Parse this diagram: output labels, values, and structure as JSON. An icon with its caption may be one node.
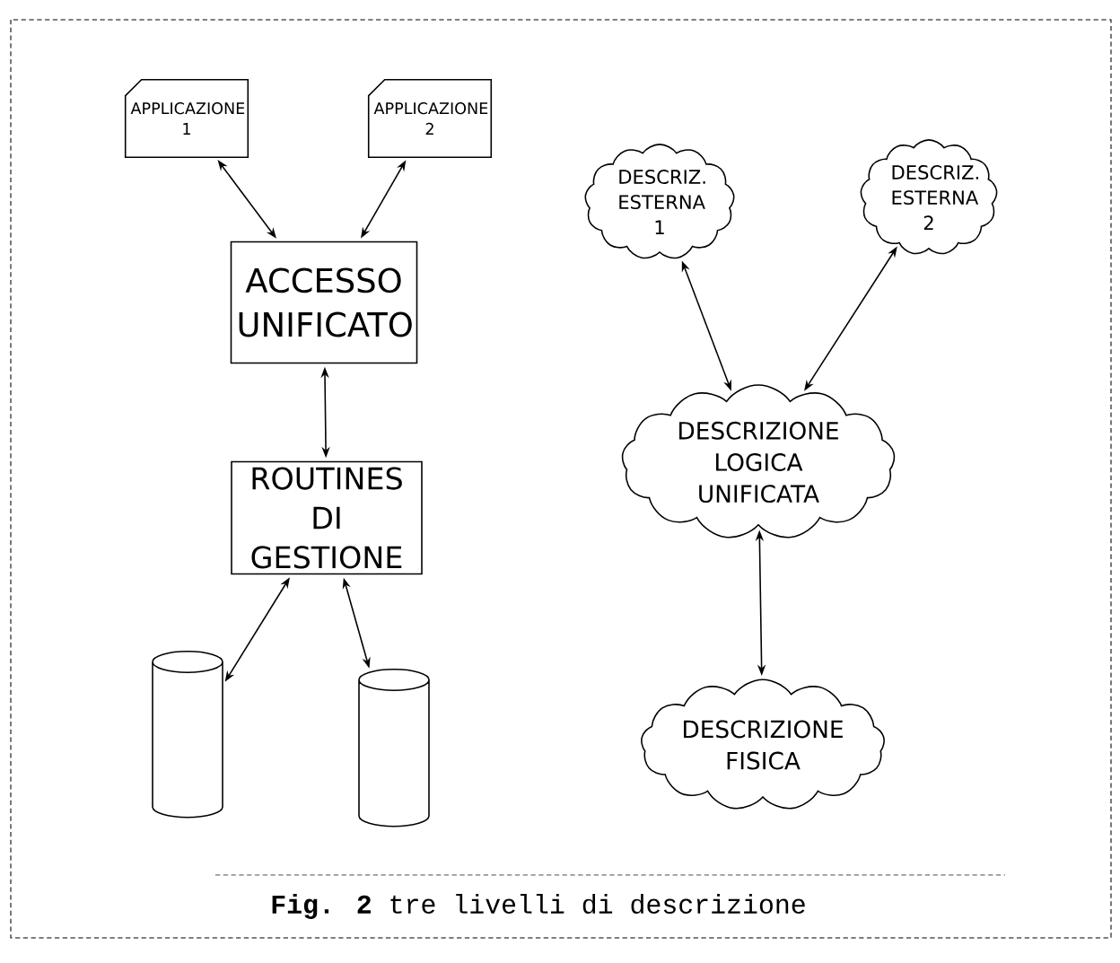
{
  "diagram": {
    "caption": "**Fig. 2** tre livelli di descrizione",
    "nodes": [
      {
        "text": [
          "APPLICAZIONE 1"
        ]
      },
      {
        "text": [
          "APPLICAZIONE 2"
        ]
      },
      {
        "text": [
          "ACCESSO UNIFICATO"
        ]
      },
      {
        "text": [
          "ROUTINES DI GESTIONE"
        ]
      },
      {
        "text": [],
        "shape": "cylinder"
      },
      {
        "text": [],
        "shape": "cylinder"
      },
      {
        "text": [
          "DESCRIZ. ESTERNA 1"
        ]
      },
      {
        "text": [
          "DESCRIZ. ESTERNA 2"
        ]
      },
      {
        "text": [
          "DESCRIZIONE LOGICA UNIFICATA"
        ]
      },
      {
        "text": [
          "DESCRIZIONE FISICA"
        ]
      }
    ],
    "edges": [
      {
        "from": 0,
        "to": 2,
        "arrow": "both"
      },
      {
        "from": 1,
        "to": 2,
        "arrow": "both"
      },
      {
        "from": 2,
        "to": 3,
        "arrow": "both"
      },
      {
        "from": 3,
        "to": 4,
        "arrow": "both"
      },
      {
        "from": 3,
        "to": 5,
        "arrow": "both"
      },
      {
        "from": 6,
        "to": 8,
        "arrow": "both"
      },
      {
        "from": 7,
        "to": 8,
        "arrow": "both"
      },
      {
        "from": 8,
        "to": 9,
        "arrow": "both"
      }
    ]
  }
}
